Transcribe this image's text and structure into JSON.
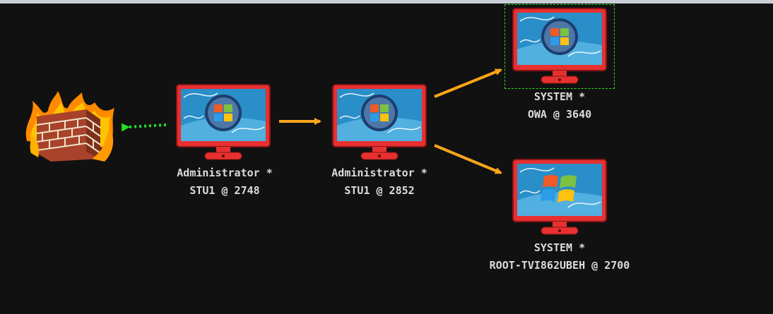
{
  "graph": {
    "firewall": {
      "icon": "firewall-icon"
    },
    "sessions": [
      {
        "id": "s1",
        "user": "Administrator *",
        "host": "STU1 @ 2748",
        "icon": "windows-vista-monitor-icon"
      },
      {
        "id": "s2",
        "user": "Administrator *",
        "host": "STU1 @ 2852",
        "icon": "windows-vista-monitor-icon"
      },
      {
        "id": "s3",
        "user": "SYSTEM *",
        "host": "OWA @ 3640",
        "icon": "windows-vista-monitor-icon",
        "selected": true
      },
      {
        "id": "s4",
        "user": "SYSTEM *",
        "host": "ROOT-TVI862UBEH @ 2700",
        "icon": "windows-xp-monitor-icon"
      }
    ],
    "edges": [
      {
        "from": "s1",
        "to": "firewall",
        "style": "dotted",
        "color": "#22dd22"
      },
      {
        "from": "s1",
        "to": "s2",
        "style": "solid",
        "color": "#ffa51a"
      },
      {
        "from": "s2",
        "to": "s3",
        "style": "solid",
        "color": "#ffa51a"
      },
      {
        "from": "s2",
        "to": "s4",
        "style": "solid",
        "color": "#ffa51a"
      }
    ]
  },
  "colors": {
    "background": "#111111",
    "pivot_arrow": "#ffa51a",
    "beacon_arrow": "#22dd22",
    "monitor_frame": "#e83030",
    "screen": "#2a8ec8",
    "label_text": "#dcdcdc",
    "selection": "#22dd22"
  }
}
